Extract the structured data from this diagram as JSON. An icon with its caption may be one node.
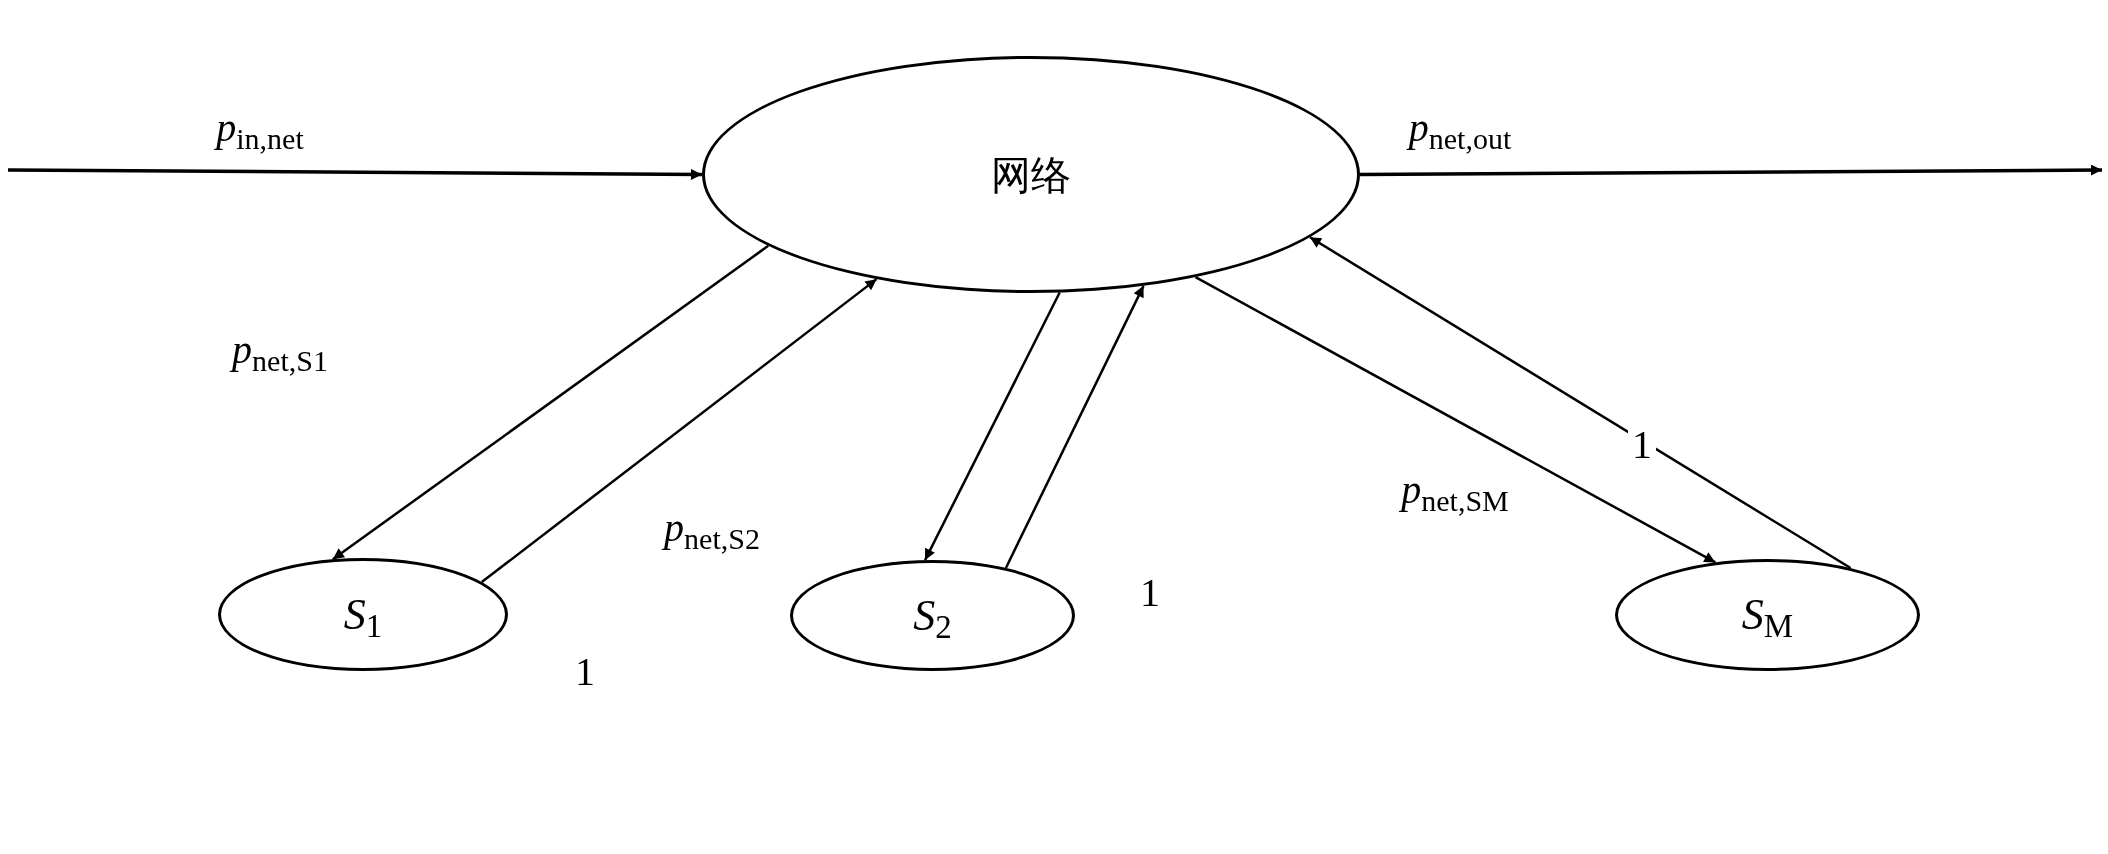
{
  "diagram": {
    "nodes": [
      {
        "text": [
          "网络"
        ]
      },
      {
        "text": [
          "*S*$_{1}$"
        ]
      },
      {
        "text": [
          "*S*$_{2}$"
        ]
      },
      {
        "text": [
          "*S*$_{M}$"
        ]
      }
    ],
    "edges": [
      {
        "from": null,
        "to": 0,
        "arrow": "to",
        "label": "*p*$_{in,net}$"
      },
      {
        "from": 0,
        "to": null,
        "arrow": "to",
        "label": "*p*$_{net,out}$"
      },
      {
        "from": 0,
        "to": 1,
        "arrow": "to",
        "label": "*p*$_{net,S1}$"
      },
      {
        "from": 1,
        "to": 0,
        "arrow": "to",
        "label": "1"
      },
      {
        "from": 0,
        "to": 2,
        "arrow": "to",
        "label": "*p*$_{net,S2}$"
      },
      {
        "from": 2,
        "to": 0,
        "arrow": "to",
        "label": "1"
      },
      {
        "from": 0,
        "to": 3,
        "arrow": "to",
        "label": "*p*$_{net,SM}$"
      },
      {
        "from": 3,
        "to": 0,
        "arrow": "to",
        "label": "1"
      }
    ]
  }
}
